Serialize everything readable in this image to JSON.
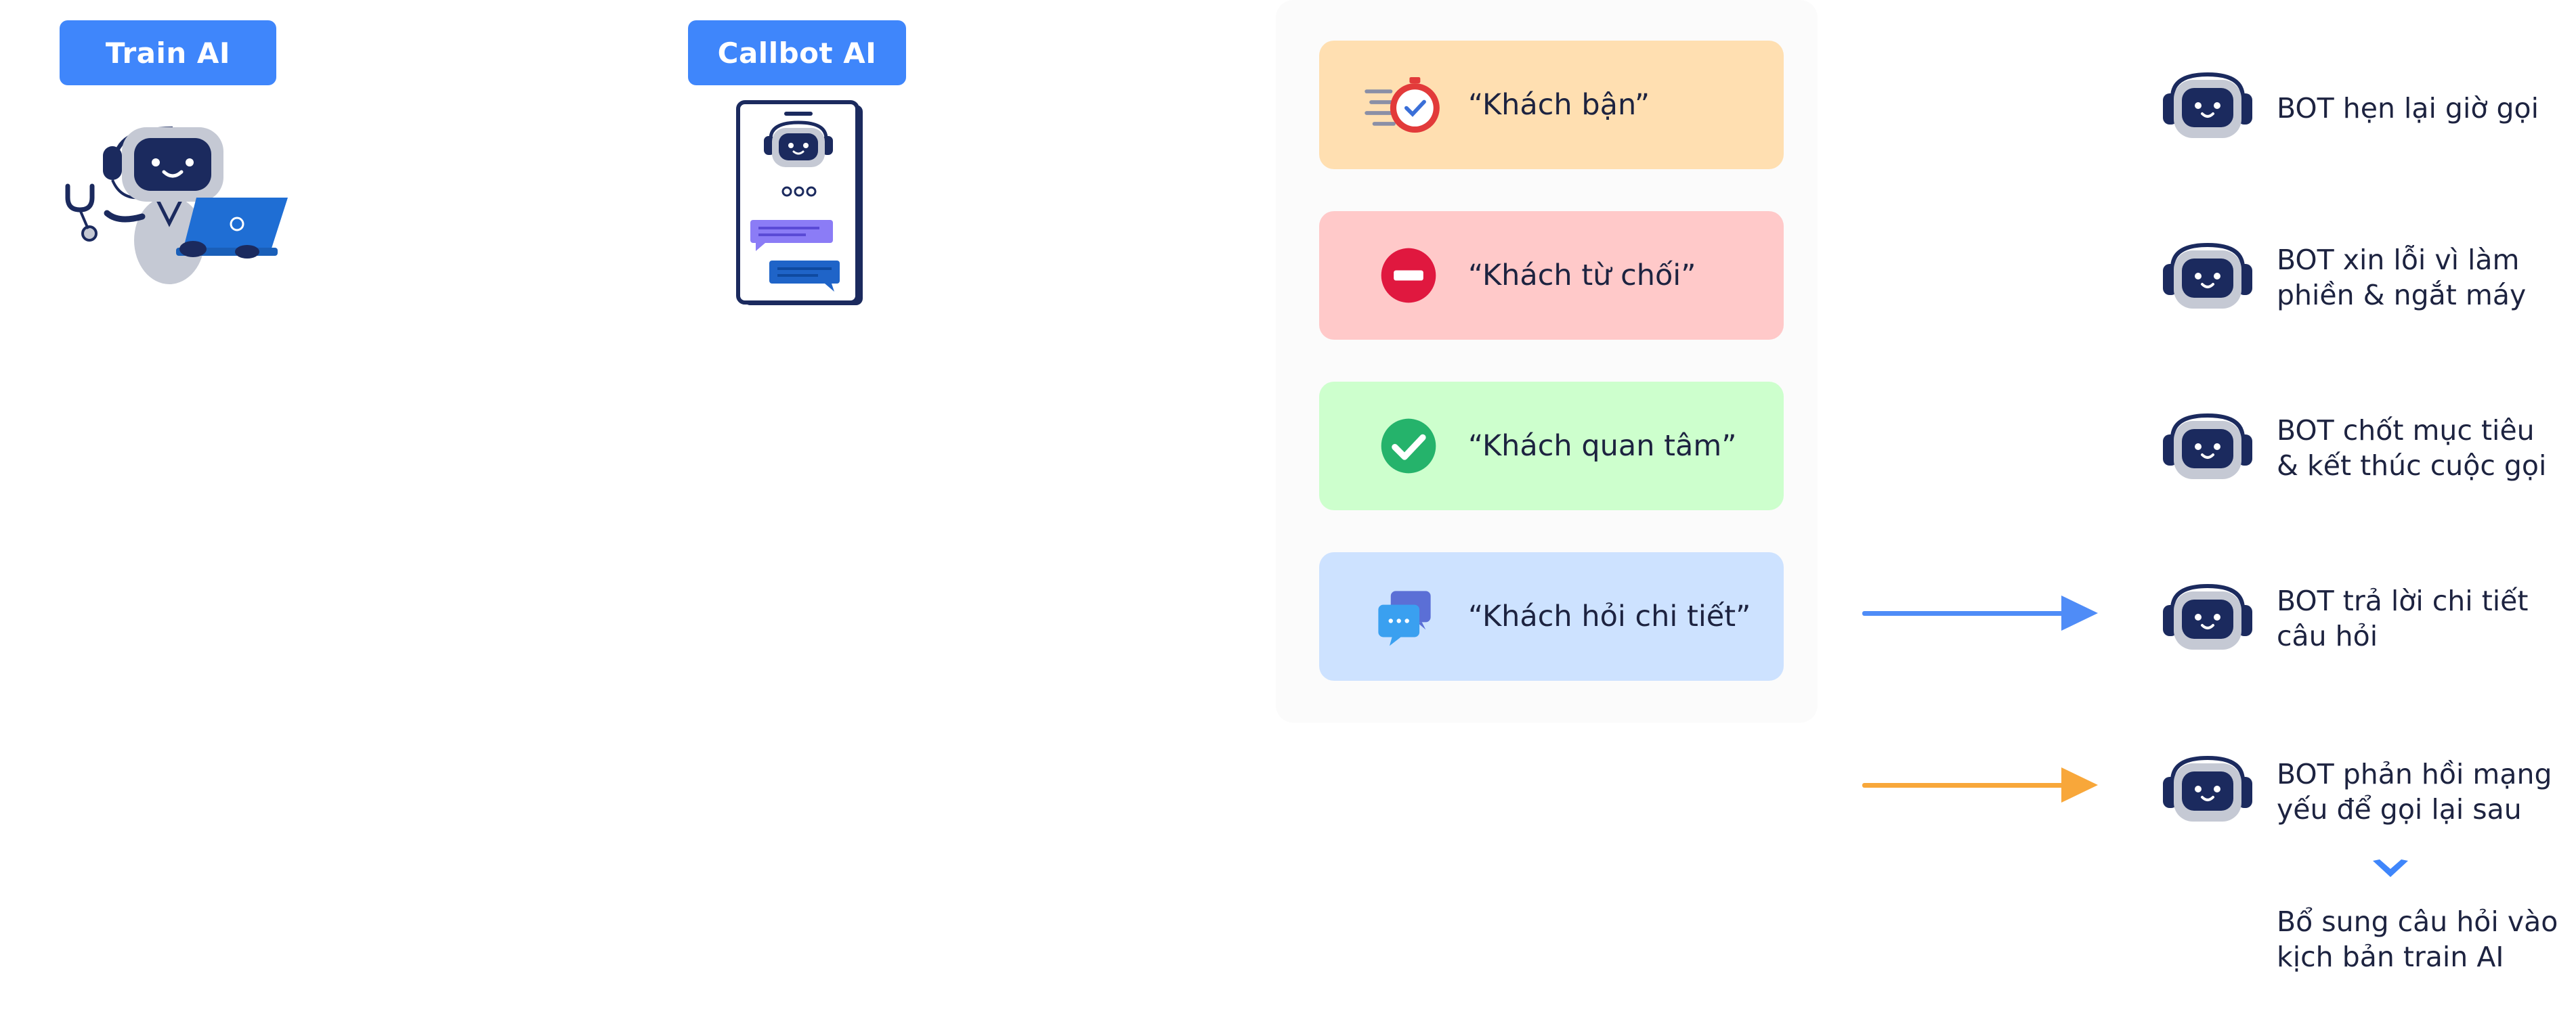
{
  "header": {
    "train_ai_label": "Train AI",
    "callbot_ai_label": "Callbot AI"
  },
  "cases": [
    {
      "label": "“Khách bận”",
      "icon": "busy-clock-icon",
      "bg": "#ffdfb1"
    },
    {
      "label": "“Khách từ chối”",
      "icon": "no-entry-icon",
      "bg": "#ffc9c9"
    },
    {
      "label": "“Khách quan tâm”",
      "icon": "check-circle-icon",
      "bg": "#cdffcd"
    },
    {
      "label": "“Khách hỏi chi tiết”",
      "icon": "chat-bubbles-icon",
      "bg": "#cde2ff"
    }
  ],
  "outcomes": [
    {
      "line1": "BOT hẹn lại giờ gọi",
      "line2": ""
    },
    {
      "line1": "BOT xin lỗi vì làm",
      "line2": "phiền & ngắt máy"
    },
    {
      "line1": "BOT chốt mục tiêu",
      "line2": "& kết thúc cuộc gọi"
    },
    {
      "line1": "BOT trả lời chi tiết",
      "line2": "câu hỏi"
    },
    {
      "line1": "BOT phản hồi mạng",
      "line2": "yếu để gọi lại sau"
    }
  ],
  "footer_note": {
    "line1": "Bổ sung câu hỏi vào",
    "line2": "kịch bản train AI"
  },
  "colors": {
    "accent_blue": "#3f86fb",
    "arrow_blue": "#4f8cf7",
    "arrow_orange": "#f8a73a",
    "robot_navy": "#1b2a5e",
    "robot_gray": "#c5c9d4"
  }
}
